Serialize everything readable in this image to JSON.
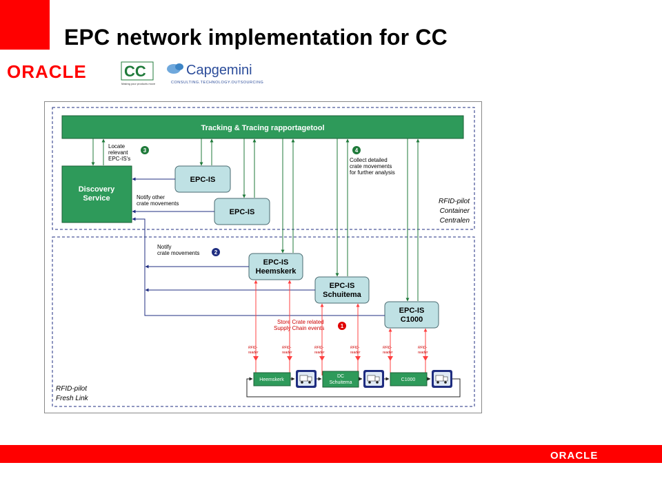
{
  "slide": {
    "title": "EPC network implementation for CC",
    "accent_color": "#ff0000"
  },
  "logos": {
    "oracle": "ORACLE",
    "cc_mark": "CC",
    "cc_tagline": "Making your products move",
    "capgemini": "Capgemini",
    "capgemini_tagline": "CONSULTING.TECHNOLOGY.OUTSOURCING",
    "footer_oracle": "ORACLE"
  },
  "diagram": {
    "tracking_tool": "Tracking & Tracing rapportagetool",
    "discovery_service": [
      "Discovery",
      "Service"
    ],
    "epcis_1": "EPC-IS",
    "epcis_2": "EPC-IS",
    "heemskerk_box": [
      "EPC-IS",
      "Heemskerk"
    ],
    "schuitema_box": [
      "EPC-IS",
      "Schuitema"
    ],
    "c1000_box": [
      "EPC-IS",
      "C1000"
    ],
    "step3_label": [
      "Locate",
      "relevant",
      "EPC-IS's"
    ],
    "step3_num": "3",
    "step4_label": [
      "Collect detailed",
      "crate movements",
      "for further analysis"
    ],
    "step4_num": "4",
    "notify_other": [
      "Notify other",
      "crate movements"
    ],
    "notify": [
      "Notify",
      "crate movements"
    ],
    "step2_num": "2",
    "store": [
      "Store Crate related",
      "Supply Chain events"
    ],
    "step1_num": "1",
    "region_cc": [
      "RFID-pilot",
      "Container",
      "Centralen"
    ],
    "region_fresh": [
      "RFID-pilot",
      "Fresh Link"
    ],
    "readers": [
      "RFID-",
      "reader"
    ],
    "chain": [
      "Heemskerk",
      "DC",
      "Schuitema",
      "C1000"
    ],
    "colors": {
      "green_fill": "#2e9a5a",
      "green_line": "#1f7a3a",
      "blue_line": "#1f2d80",
      "light_box": "#bfe1e4",
      "red_line": "#ff4040"
    }
  }
}
